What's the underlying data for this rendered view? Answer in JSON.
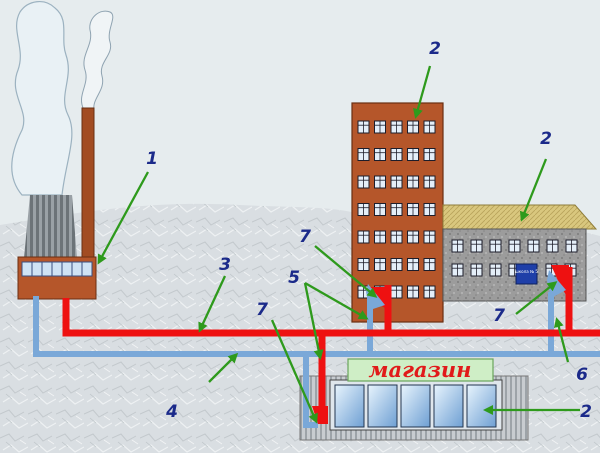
{
  "shop_sign": "магазин",
  "school_plate": "школа № 5",
  "labels": [
    "1",
    "2",
    "2",
    "2",
    "3",
    "4",
    "5",
    "6",
    "7",
    "7",
    "7"
  ],
  "colors": {
    "hot_pipe": "#ee1111",
    "return_pipe": "#7aa8d8",
    "arrow": "#2e9a1c",
    "label": "#1b2a8a",
    "tall_building": "#b5562a",
    "school_wall": "#9a9a9a",
    "roof": "#d7c47a",
    "shop_sign_bg": "#cfeec6",
    "ground": "#d8dde0",
    "sky": "#e6ecee"
  }
}
